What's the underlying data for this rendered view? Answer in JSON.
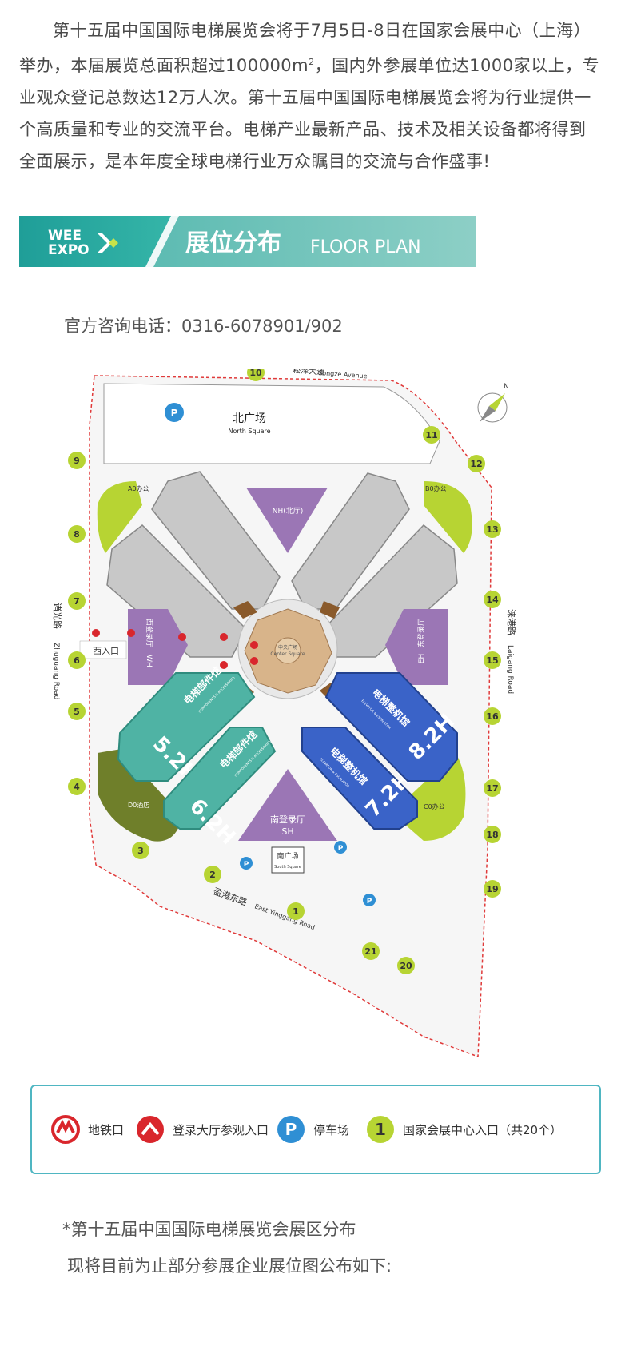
{
  "intro": {
    "line1": "第十五届中国国际电梯展览会将于7月5日-8日在国家会展中心（上海）",
    "line2a": "举办，本届展览总面积超过100000m",
    "line2sup": "2",
    "line2b": "，国内外参展单位达1000家以上，专",
    "line3": "业观众登记总数达12万人次。第十五届中国国际电梯展览会将为行业提供一",
    "line4": "个高质量和专业的交流平台。电梯产业最新产品、技术及相关设备都将得到",
    "line5": "全面展示，是本年度全球电梯行业万众瞩目的交流与合作盛事!"
  },
  "banner": {
    "logo_top": "WEE",
    "logo_bottom": "EXPO",
    "title_cn": "展位分布",
    "title_en": "FLOOR PLAN"
  },
  "phone": "官方咨询电话：0316-6078901/902",
  "map": {
    "north_square_cn": "北广场",
    "north_square_en": "North Square",
    "south_square_cn": "南广场",
    "south_square_en": "South Square",
    "center_square_cn": "中央广场",
    "center_square_en": "Center Square",
    "nh_label": "NH(北厅)",
    "sh_cn": "南登录厅",
    "sh_en": "SH",
    "wh_cn": "西登录厅",
    "wh_en": "WH",
    "eh_cn": "东登录厅",
    "eh_en": "EH",
    "west_entrance": "西入口",
    "road_north_cn": "崧泽大道",
    "road_north_en": "Songze Avenue",
    "road_west_cn": "诸光路",
    "road_west_en": "Zhuguang Road",
    "road_east_cn": "涞港路",
    "road_east_en": "Laigang Road",
    "road_south_cn": "盈港东路",
    "road_south_en": "East Yinggang Road",
    "office_a0": "A0办公",
    "office_b0": "B0办公",
    "office_c0": "C0办公",
    "hotel_d0": "D0酒店",
    "hall_52_label": "电梯部件馆",
    "hall_52_en": "COMPONENTS & ACCESSORIES",
    "hall_52_num": "5.2H",
    "hall_62_label": "电梯部件馆",
    "hall_62_en": "COMPONENTS & ACCESSORIES",
    "hall_62_num": "6.2H",
    "hall_72_label": "电梯整机馆",
    "hall_72_en": "ELEVATOR & ESCALATOR",
    "hall_72_num": "7.2H",
    "hall_82_label": "电梯整机馆",
    "hall_82_en": "ELEVATOR & ESCALATOR",
    "hall_82_num": "8.2H",
    "parking_label": "P",
    "compass_label": "N",
    "gates": [
      "1",
      "2",
      "3",
      "4",
      "5",
      "6",
      "7",
      "8",
      "9",
      "10",
      "11",
      "12",
      "13",
      "14",
      "15",
      "16",
      "17",
      "18",
      "19",
      "20",
      "21"
    ],
    "colors": {
      "green_gate": "#b7d433",
      "teal_hall": "#4fb3a4",
      "blue_hall": "#3a63c8",
      "purple_hall": "#9b76b5",
      "grey_hall": "#c8c8c8",
      "plaza": "#d8b48a",
      "olive": "#6f7f2a",
      "parking_blue": "#2f8fd4",
      "metro_red": "#d9262c",
      "boundary_red": "#e03a3a"
    }
  },
  "legend": {
    "metro": "地铁口",
    "entry": "登录大厅参观入口",
    "parking": "停车场",
    "gate": "国家会展中心入口（共20个）",
    "gate_num": "1",
    "parking_letter": "P"
  },
  "footer": {
    "line1": "*第十五届中国国际电梯展览会展区分布",
    "line2": "现将目前为止部分参展企业展位图公布如下:"
  }
}
